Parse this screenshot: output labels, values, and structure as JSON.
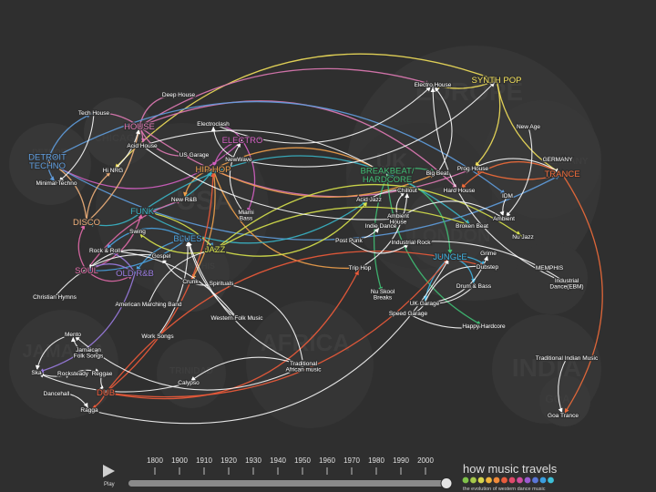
{
  "regions": [
    {
      "key": "europe",
      "text": "EUROPE"
    },
    {
      "key": "uk",
      "text": "UK"
    },
    {
      "key": "london",
      "text": "LONDON"
    },
    {
      "key": "germany",
      "text": "GERMANY"
    },
    {
      "key": "detroit",
      "text": "DETROIT"
    },
    {
      "key": "chicago",
      "text": "CHICAGO"
    },
    {
      "key": "usa",
      "text": "USA"
    },
    {
      "key": "memphis",
      "text": "MEMPHIS"
    },
    {
      "key": "jamaica",
      "text": "JAMAICA"
    },
    {
      "key": "trinidad",
      "text": "TRINIDAD"
    },
    {
      "key": "africa",
      "text": "AFRICA"
    },
    {
      "key": "india",
      "text": "INDIA"
    },
    {
      "key": "goa",
      "text": "GOA"
    }
  ],
  "nodes": [
    {
      "id": "electro-house",
      "label": "Electro House",
      "color": "#ffffff",
      "size": "s"
    },
    {
      "id": "synth-pop",
      "label": "SYNTH POP",
      "color": "#f2e05a",
      "size": "l"
    },
    {
      "id": "new-age",
      "label": "New Age",
      "color": "#ffffff",
      "size": "s"
    },
    {
      "id": "deep-house",
      "label": "Deep House",
      "color": "#ffffff",
      "size": "s"
    },
    {
      "id": "tech-house",
      "label": "Tech House",
      "color": "#ffffff",
      "size": "s"
    },
    {
      "id": "house",
      "label": "HOUSE",
      "color": "#e07ab5",
      "size": "l"
    },
    {
      "id": "electroclash",
      "label": "Electroclash",
      "color": "#ffffff",
      "size": "s"
    },
    {
      "id": "acid-house",
      "label": "Acid House",
      "color": "#ffffff",
      "size": "s"
    },
    {
      "id": "electro",
      "label": "ELECTRO",
      "color": "#d35fc2",
      "size": "l"
    },
    {
      "id": "detroit-techno",
      "label": "DETROIT\nTECHNO",
      "color": "#5f9dde",
      "size": "l"
    },
    {
      "id": "us-garage",
      "label": "US Garage",
      "color": "#ffffff",
      "size": "s"
    },
    {
      "id": "newwave",
      "label": "NewWave",
      "color": "#ffffff",
      "size": "s"
    },
    {
      "id": "hi-nrg",
      "label": "Hi NRG",
      "color": "#ffffff",
      "size": "s"
    },
    {
      "id": "hip-hop",
      "label": "HIP HOP",
      "color": "#f0a04b",
      "size": "l"
    },
    {
      "id": "breakbeat",
      "label": "BREAKBEAT/\nHARDCORE",
      "color": "#3fbe74",
      "size": "l"
    },
    {
      "id": "big-beat",
      "label": "Big Beat",
      "color": "#ffffff",
      "size": "s"
    },
    {
      "id": "prog-house",
      "label": "Prog House",
      "color": "#ffffff",
      "size": "s"
    },
    {
      "id": "germany-label",
      "label": "GERMANY",
      "color": "#ffffff",
      "size": "s"
    },
    {
      "id": "trance",
      "label": "TRANCE",
      "color": "#ef6b3a",
      "size": "l"
    },
    {
      "id": "minimal-techno",
      "label": "Minimal Techno",
      "color": "#ffffff",
      "size": "s"
    },
    {
      "id": "chillout",
      "label": "Chillout",
      "color": "#ffffff",
      "size": "s"
    },
    {
      "id": "hard-house",
      "label": "Hard House",
      "color": "#ffffff",
      "size": "s"
    },
    {
      "id": "new-rnb",
      "label": "New R&B",
      "color": "#ffffff",
      "size": "s"
    },
    {
      "id": "acid-jazz",
      "label": "Acid Jazz",
      "color": "#ffffff",
      "size": "s"
    },
    {
      "id": "idm",
      "label": "IDM",
      "color": "#ffffff",
      "size": "s"
    },
    {
      "id": "funk",
      "label": "FUNK",
      "color": "#39b5c7",
      "size": "l"
    },
    {
      "id": "miami-bass",
      "label": "Miami\nBass",
      "color": "#ffffff",
      "size": "s"
    },
    {
      "id": "ambient-house",
      "label": "Ambient\nHouse",
      "color": "#ffffff",
      "size": "s"
    },
    {
      "id": "ambient",
      "label": "Ambient",
      "color": "#ffffff",
      "size": "s"
    },
    {
      "id": "disco",
      "label": "DISCO",
      "color": "#f0b07a",
      "size": "l"
    },
    {
      "id": "swing",
      "label": "Swing",
      "color": "#ffffff",
      "size": "s"
    },
    {
      "id": "indie-dance",
      "label": "Indie Dance",
      "color": "#ffffff",
      "size": "s"
    },
    {
      "id": "broken-beat",
      "label": "Broken Beat",
      "color": "#ffffff",
      "size": "s"
    },
    {
      "id": "blues",
      "label": "BLUES",
      "color": "#4aa2e0",
      "size": "l"
    },
    {
      "id": "nu-jazz",
      "label": "Nu Jazz",
      "color": "#ffffff",
      "size": "s"
    },
    {
      "id": "jazz",
      "label": "JAZZ",
      "color": "#d8e34b",
      "size": "l"
    },
    {
      "id": "post-punk",
      "label": "Post Punk",
      "color": "#ffffff",
      "size": "s"
    },
    {
      "id": "industrial-rock",
      "label": "Industrial Rock",
      "color": "#ffffff",
      "size": "s"
    },
    {
      "id": "rock-roll",
      "label": "Rock & Roll",
      "color": "#ffffff",
      "size": "s"
    },
    {
      "id": "gospel",
      "label": "Gospel",
      "color": "#ffffff",
      "size": "s"
    },
    {
      "id": "grime",
      "label": "Grime",
      "color": "#ffffff",
      "size": "s"
    },
    {
      "id": "soul",
      "label": "SOUL",
      "color": "#e06aa8",
      "size": "l"
    },
    {
      "id": "old-rnb",
      "label": "OLD R&B",
      "color": "#9a7be0",
      "size": "l"
    },
    {
      "id": "jungle",
      "label": "JUNGLE",
      "color": "#3fb1e0",
      "size": "l"
    },
    {
      "id": "dubstep",
      "label": "Dubstep",
      "color": "#ffffff",
      "size": "s"
    },
    {
      "id": "memphis-label",
      "label": "MEMPHIS",
      "color": "#ffffff",
      "size": "s"
    },
    {
      "id": "trip-hop",
      "label": "Trip Hop",
      "color": "#ffffff",
      "size": "s"
    },
    {
      "id": "drum-bass",
      "label": "Drum & Bass",
      "color": "#ffffff",
      "size": "s"
    },
    {
      "id": "industrial-dance",
      "label": "Industrial\nDance(EBM)",
      "color": "#ffffff",
      "size": "s"
    },
    {
      "id": "christian-hymns",
      "label": "Christian Hymns",
      "color": "#ffffff",
      "size": "s"
    },
    {
      "id": "crunk",
      "label": "Crunk",
      "color": "#ffffff",
      "size": "s"
    },
    {
      "id": "spirituals",
      "label": "Spirituals",
      "color": "#ffffff",
      "size": "s"
    },
    {
      "id": "nu-skool",
      "label": "Nu Skool\nBreaks",
      "color": "#ffffff",
      "size": "s"
    },
    {
      "id": "uk-garage",
      "label": "UK Garage",
      "color": "#ffffff",
      "size": "s"
    },
    {
      "id": "american-marching",
      "label": "American Marching Band",
      "color": "#ffffff",
      "size": "s"
    },
    {
      "id": "speed-garage",
      "label": "Speed Garage",
      "color": "#ffffff",
      "size": "s"
    },
    {
      "id": "western-folk",
      "label": "Western Folk Music",
      "color": "#ffffff",
      "size": "s"
    },
    {
      "id": "happy-hardcore",
      "label": "Happy Hardcore",
      "color": "#ffffff",
      "size": "s"
    },
    {
      "id": "mento",
      "label": "Mento",
      "color": "#ffffff",
      "size": "s"
    },
    {
      "id": "work-songs",
      "label": "Work Songs",
      "color": "#ffffff",
      "size": "s"
    },
    {
      "id": "jamaican-folk",
      "label": "Jamaican\nFolk Songs",
      "color": "#ffffff",
      "size": "s"
    },
    {
      "id": "traditional-indian",
      "label": "Traditional Indian Music",
      "color": "#ffffff",
      "size": "s"
    },
    {
      "id": "traditional-african",
      "label": "Traditional\nAfrican music",
      "color": "#ffffff",
      "size": "s"
    },
    {
      "id": "ska",
      "label": "Ska",
      "color": "#ffffff",
      "size": "s"
    },
    {
      "id": "rocksteady",
      "label": "Rocksteady",
      "color": "#ffffff",
      "size": "s"
    },
    {
      "id": "reggae",
      "label": "Reggae",
      "color": "#ffffff",
      "size": "s"
    },
    {
      "id": "calypso",
      "label": "Calypso",
      "color": "#ffffff",
      "size": "s"
    },
    {
      "id": "dancehall",
      "label": "Dancehall",
      "color": "#ffffff",
      "size": "s"
    },
    {
      "id": "dub",
      "label": "DUB",
      "color": "#ef5b3a",
      "size": "l"
    },
    {
      "id": "ragga",
      "label": "Ragga",
      "color": "#ffffff",
      "size": "s"
    },
    {
      "id": "goa-trance",
      "label": "Goa Trance",
      "color": "#ffffff",
      "size": "s"
    }
  ],
  "edges": [
    [
      "synth-pop",
      "electro-house",
      "#f2e05a"
    ],
    [
      "synth-pop",
      "trance",
      "#f2e05a"
    ],
    [
      "synth-pop",
      "prog-house",
      "#f2e05a"
    ],
    [
      "synth-pop",
      "hi-nrg",
      "#f2e05a"
    ],
    [
      "house",
      "deep-house",
      "#e07ab5"
    ],
    [
      "house",
      "tech-house",
      "#e07ab5"
    ],
    [
      "house",
      "electro-house",
      "#e07ab5"
    ],
    [
      "house",
      "prog-house",
      "#e07ab5"
    ],
    [
      "house",
      "hard-house",
      "#e07ab5"
    ],
    [
      "house",
      "us-garage",
      "#e07ab5"
    ],
    [
      "house",
      "acid-house",
      "#e07ab5"
    ],
    [
      "electro",
      "electroclash",
      "#d35fc2"
    ],
    [
      "electro",
      "miami-bass",
      "#d35fc2"
    ],
    [
      "electro",
      "hip-hop",
      "#d35fc2"
    ],
    [
      "electro",
      "detroit-techno",
      "#d35fc2"
    ],
    [
      "detroit-techno",
      "minimal-techno",
      "#5f9dde"
    ],
    [
      "detroit-techno",
      "tech-house",
      "#5f9dde"
    ],
    [
      "detroit-techno",
      "trance",
      "#5f9dde"
    ],
    [
      "detroit-techno",
      "idm",
      "#5f9dde"
    ],
    [
      "hip-hop",
      "trip-hop",
      "#f0a04b"
    ],
    [
      "hip-hop",
      "crunk",
      "#f0a04b"
    ],
    [
      "hip-hop",
      "big-beat",
      "#f0a04b"
    ],
    [
      "hip-hop",
      "breakbeat",
      "#f0a04b"
    ],
    [
      "hip-hop",
      "new-rnb",
      "#f0a04b"
    ],
    [
      "breakbeat",
      "jungle",
      "#3fbe74"
    ],
    [
      "breakbeat",
      "nu-skool",
      "#3fbe74"
    ],
    [
      "breakbeat",
      "big-beat",
      "#3fbe74"
    ],
    [
      "breakbeat",
      "happy-hardcore",
      "#3fbe74"
    ],
    [
      "trance",
      "goa-trance",
      "#ef6b3a"
    ],
    [
      "trance",
      "hard-house",
      "#ef6b3a"
    ],
    [
      "trance",
      "prog-house",
      "#ef6b3a"
    ],
    [
      "funk",
      "hip-hop",
      "#39b5c7"
    ],
    [
      "funk",
      "disco",
      "#39b5c7"
    ],
    [
      "funk",
      "acid-jazz",
      "#39b5c7"
    ],
    [
      "funk",
      "broken-beat",
      "#39b5c7"
    ],
    [
      "disco",
      "house",
      "#f0b07a"
    ],
    [
      "disco",
      "hi-nrg",
      "#f0b07a"
    ],
    [
      "disco",
      "detroit-techno",
      "#f0b07a"
    ],
    [
      "blues",
      "jazz",
      "#4aa2e0"
    ],
    [
      "blues",
      "rock-roll",
      "#4aa2e0"
    ],
    [
      "blues",
      "soul",
      "#4aa2e0"
    ],
    [
      "blues",
      "old-rnb",
      "#4aa2e0"
    ],
    [
      "jazz",
      "swing",
      "#d8e34b"
    ],
    [
      "jazz",
      "acid-jazz",
      "#d8e34b"
    ],
    [
      "jazz",
      "nu-jazz",
      "#d8e34b"
    ],
    [
      "jazz",
      "funk",
      "#d8e34b"
    ],
    [
      "jazz",
      "broken-beat",
      "#d8e34b"
    ],
    [
      "soul",
      "funk",
      "#e06aa8"
    ],
    [
      "soul",
      "disco",
      "#e06aa8"
    ],
    [
      "soul",
      "old-rnb",
      "#e06aa8"
    ],
    [
      "soul",
      "new-rnb",
      "#e06aa8"
    ],
    [
      "old-rnb",
      "rock-roll",
      "#9a7be0"
    ],
    [
      "old-rnb",
      "ska",
      "#9a7be0"
    ],
    [
      "old-rnb",
      "soul",
      "#9a7be0"
    ],
    [
      "jungle",
      "drum-bass",
      "#3fb1e0"
    ],
    [
      "jungle",
      "uk-garage",
      "#3fb1e0"
    ],
    [
      "jungle",
      "dubstep",
      "#3fb1e0"
    ],
    [
      "dub",
      "jungle",
      "#ef5b3a"
    ],
    [
      "dub",
      "dubstep",
      "#ef5b3a"
    ],
    [
      "dub",
      "trip-hop",
      "#ef5b3a"
    ],
    [
      "dub",
      "ragga",
      "#ef5b3a"
    ],
    [
      "dub",
      "hip-hop",
      "#ef5b3a"
    ],
    [
      "christian-hymns",
      "gospel",
      "#ffffff"
    ],
    [
      "gospel",
      "soul",
      "#ffffff"
    ],
    [
      "spirituals",
      "gospel",
      "#ffffff"
    ],
    [
      "work-songs",
      "blues",
      "#ffffff"
    ],
    [
      "traditional-african",
      "blues",
      "#ffffff"
    ],
    [
      "traditional-african",
      "calypso",
      "#ffffff"
    ],
    [
      "traditional-african",
      "mento",
      "#ffffff"
    ],
    [
      "traditional-african",
      "spirituals",
      "#ffffff"
    ],
    [
      "western-folk",
      "blues",
      "#ffffff"
    ],
    [
      "western-folk",
      "rock-roll",
      "#ffffff"
    ],
    [
      "american-marching",
      "jazz",
      "#ffffff"
    ],
    [
      "mento",
      "ska",
      "#ffffff"
    ],
    [
      "jamaican-folk",
      "mento",
      "#ffffff"
    ],
    [
      "ska",
      "rocksteady",
      "#ffffff"
    ],
    [
      "rocksteady",
      "reggae",
      "#ffffff"
    ],
    [
      "reggae",
      "dub",
      "#ffffff"
    ],
    [
      "dancehall",
      "ragga",
      "#ffffff"
    ],
    [
      "ragga",
      "jungle",
      "#ffffff"
    ],
    [
      "calypso",
      "ska",
      "#ffffff"
    ],
    [
      "traditional-indian",
      "goa-trance",
      "#ffffff"
    ],
    [
      "new-age",
      "ambient",
      "#ffffff"
    ],
    [
      "ambient",
      "ambient-house",
      "#ffffff"
    ],
    [
      "ambient-house",
      "chillout",
      "#ffffff"
    ],
    [
      "acid-house",
      "ambient-house",
      "#ffffff"
    ],
    [
      "acid-house",
      "breakbeat",
      "#ffffff"
    ],
    [
      "newwave",
      "synth-pop",
      "#ffffff"
    ],
    [
      "newwave",
      "electroclash",
      "#ffffff"
    ],
    [
      "post-punk",
      "industrial-rock",
      "#ffffff"
    ],
    [
      "industrial-rock",
      "industrial-dance",
      "#ffffff"
    ],
    [
      "post-punk",
      "indie-dance",
      "#ffffff"
    ],
    [
      "uk-garage",
      "speed-garage",
      "#ffffff"
    ],
    [
      "uk-garage",
      "grime",
      "#ffffff"
    ],
    [
      "uk-garage",
      "dubstep",
      "#ffffff"
    ],
    [
      "speed-garage",
      "happy-hardcore",
      "#ffffff"
    ],
    [
      "drum-bass",
      "uk-garage",
      "#ffffff"
    ],
    [
      "trip-hop",
      "chillout",
      "#ffffff"
    ],
    [
      "industrial-dance",
      "electro-house",
      "#ffffff"
    ],
    [
      "big-beat",
      "electro-house",
      "#ffffff"
    ],
    [
      "acid-jazz",
      "chillout",
      "#ffffff"
    ],
    [
      "idm",
      "ambient",
      "#ffffff"
    ],
    [
      "prog-house",
      "trance",
      "#ffffff"
    ],
    [
      "electroclash",
      "electro-house",
      "#ffffff"
    ],
    [
      "miami-bass",
      "electro",
      "#ffffff"
    ],
    [
      "hi-nrg",
      "house",
      "#ffffff"
    ],
    [
      "tech-house",
      "minimal-techno",
      "#ffffff"
    ]
  ],
  "timeline": {
    "ticks": [
      "1800",
      "1900",
      "1910",
      "1920",
      "1930",
      "1940",
      "1950",
      "1960",
      "1970",
      "1980",
      "1990",
      "2000"
    ],
    "play_label": "Play",
    "progress": 1.0
  },
  "brand": {
    "title": "how music travels",
    "subtitle": "the evolution of western dance music",
    "dots": [
      "#7fc24a",
      "#a6c94a",
      "#d6d44c",
      "#f0b43c",
      "#ef8a3a",
      "#ea5c3c",
      "#e04a6a",
      "#d04e9e",
      "#9a5ad0",
      "#5a76d8",
      "#3b9fe0",
      "#3ec0d8"
    ]
  },
  "colors": {
    "background": "#2f2f2f",
    "region_text": "#3e3e3e",
    "timeline_track": "#5a5a5a"
  }
}
